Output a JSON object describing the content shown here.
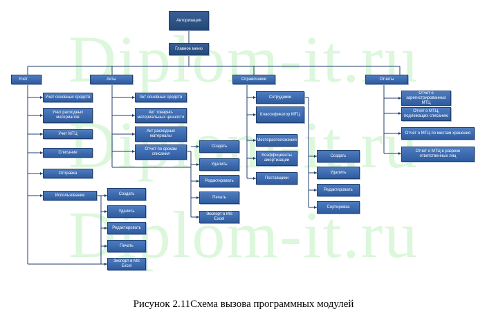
{
  "watermark": "Diplom-it.ru",
  "caption": "Рисунок 2.11Схема вызова программных модулей",
  "nodes": {
    "auth": "Авторизация",
    "main_menu": "Главное меню",
    "uchet": "Учет",
    "akty": "Акты",
    "spravochniki": "Справочники",
    "otchety": "Отчеты",
    "uchet_os": "Учет основных средств",
    "uchet_rm": "Учет расходных материалов",
    "uchet_mtc": "Учет МТЦ",
    "spisanie": "Списание",
    "otpravka": "Отпрaвка",
    "ispolzovanie": "Использование",
    "isp_sozdat": "Создать",
    "isp_udalit": "Удалить",
    "isp_redakt": "Редактировать",
    "isp_pechat": "Печать",
    "isp_export": "Экспорт в MS Excel",
    "akt_os": "Акт основных средств",
    "akt_tmc": "Акт товарно-материальных ценности",
    "akt_rm": "Акт расходных материалы",
    "otchet_srok": "Отчет по срокам списания",
    "akt_sozdat": "Создать",
    "akt_udalit": "Удалить",
    "akt_redakt": "Редактировать",
    "akt_pechat": "Печать",
    "akt_export": "Экспорт в MS Excel",
    "sotrudniki": "Сотрудники",
    "klassifikator": "Классификатор МТЦ",
    "mestoraspol": "Месторасположения",
    "koef": "Коэффициенты амортизации",
    "postavshiki": "Поставщики",
    "spr_sozdat": "Создать",
    "spr_udalit": "Удалить",
    "spr_redakt": "Редактировать",
    "spr_sort": "Сортировка",
    "otch_zareg": "Отчет о зарегистрированных МТЦ",
    "otch_podlezh": "Отчет о МТЦ, подлежащих списанию",
    "otch_mesta": "Отчет о МТЦ по местам хранения",
    "otch_otvetst": "Отчет о МТЦ в разрезе ответственных лиц"
  }
}
